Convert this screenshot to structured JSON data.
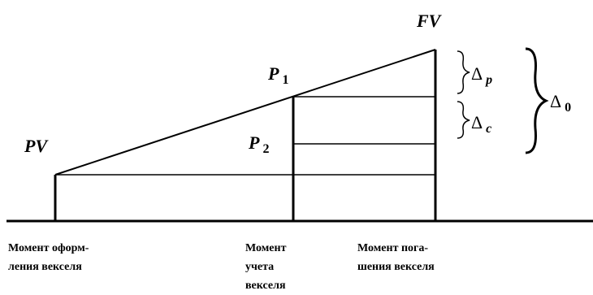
{
  "labels": {
    "pv": "PV",
    "fv": "FV",
    "p1_main": "P",
    "p1_sub": "1",
    "p2_main": "P",
    "p2_sub": "2",
    "delta_p_main": "Δ",
    "delta_p_sub": "p",
    "delta_c_main": "Δ",
    "delta_c_sub": "c",
    "delta_0_main": "Δ",
    "delta_0_sub": "0"
  },
  "captions": {
    "issue": [
      "Момент оформ-",
      "ления векселя"
    ],
    "discount": [
      "Момент",
      "учета",
      "векселя"
    ],
    "maturity": [
      "Момент пога-",
      "шения векселя"
    ]
  },
  "colors": {
    "ink": "#000000",
    "background": "#ffffff"
  }
}
